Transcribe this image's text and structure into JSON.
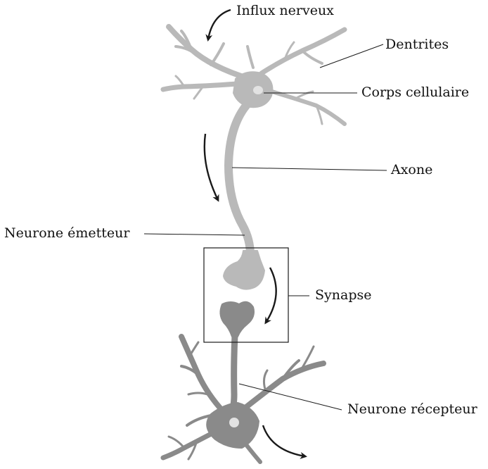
{
  "colors": {
    "sender_neuron": "#b9b9b9",
    "receiver_neuron": "#8a8a8a",
    "nucleus": "#e2e2e2",
    "line": "#1a1a1a",
    "background": "#ffffff"
  },
  "labels": {
    "influx": "Influx nerveux",
    "dendrites": "Dentrites",
    "cell_body": "Corps cellulaire",
    "axon": "Axone",
    "sender": "Neurone émetteur",
    "synapse": "Synapse",
    "receiver": "Neurone récepteur"
  }
}
